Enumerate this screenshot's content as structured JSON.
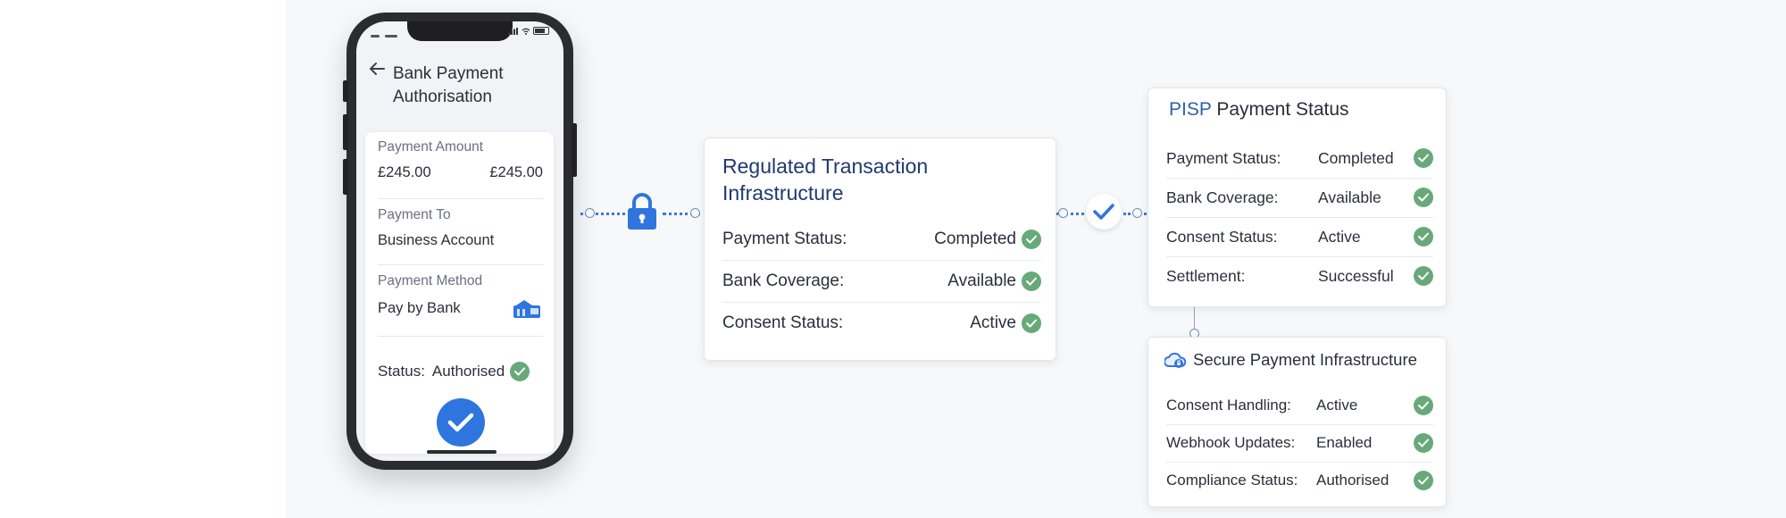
{
  "phone": {
    "title": "Bank Payment Authorisation",
    "back_icon": "back-arrow-icon",
    "amount_label": "Payment Amount",
    "amount_value_left": "£245.00",
    "amount_value_right": "£245.00",
    "payee_label": "Payment To",
    "payee_value": "Business Account",
    "method_label": "Payment Method",
    "method_value": "Pay by Bank",
    "method_icon": "bank-icon",
    "status_label": "Status:",
    "status_value": "Authorised"
  },
  "connector": {
    "lock_icon": "lock-icon",
    "check_icon": "check-icon"
  },
  "regulated_card": {
    "title": "Regulated Transaction Infrastructure",
    "rows": [
      {
        "key": "Payment Status:",
        "value": "Completed"
      },
      {
        "key": "Bank Coverage:",
        "value": "Available"
      },
      {
        "key": "Consent Status:",
        "value": "Active"
      }
    ]
  },
  "pisp_card": {
    "title_prefix": "PISP",
    "title_rest": " Payment Status",
    "rows": [
      {
        "key": "Payment Status:",
        "value": "Completed"
      },
      {
        "key": "Bank Coverage:",
        "value": "Available"
      },
      {
        "key": "Consent Status:",
        "value": "Active"
      },
      {
        "key": "Settlement:",
        "value": "Successful"
      }
    ]
  },
  "secure_card": {
    "title": "Secure Payment Infrastructure",
    "title_icon": "cloud-lock-icon",
    "rows": [
      {
        "key": "Consent Handling:",
        "value": "Active"
      },
      {
        "key": "Webhook Updates:",
        "value": "Enabled"
      },
      {
        "key": "Compliance Status:",
        "value": "Authorised"
      }
    ]
  },
  "colors": {
    "accent_blue": "#2f75de",
    "check_green": "#68a97a",
    "title_navy": "#1f3a6e"
  }
}
